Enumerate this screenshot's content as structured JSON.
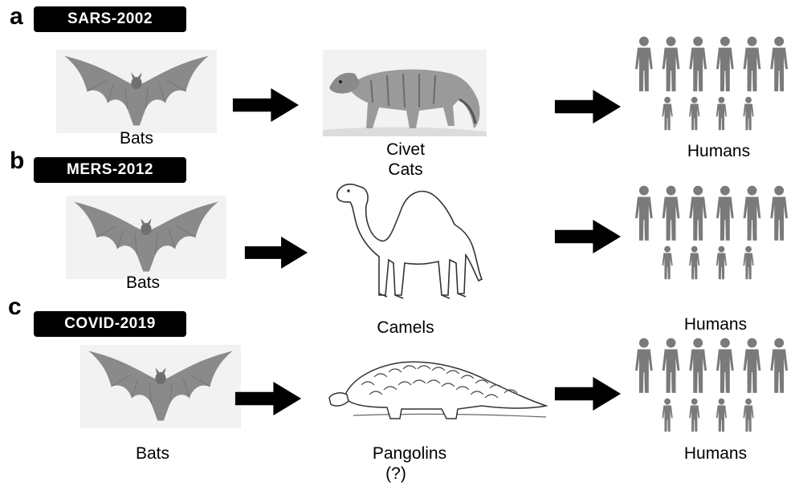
{
  "rows": [
    {
      "letter": "a",
      "badge": "SARS-2002",
      "source_label": "Bats",
      "source_icon": "bat-icon",
      "intermediate_label_line1": "Civet",
      "intermediate_label_line2": "Cats",
      "intermediate_icon": "civet-cat-icon",
      "target_label": "Humans",
      "target_icon": "humans-group-icon"
    },
    {
      "letter": "b",
      "badge": "MERS-2012",
      "source_label": "Bats",
      "source_icon": "bat-icon",
      "intermediate_label_line1": "Camels",
      "intermediate_icon": "camel-icon",
      "target_label": "Humans",
      "target_icon": "humans-group-icon"
    },
    {
      "letter": "c",
      "badge": "COVID-2019",
      "source_label": "Bats",
      "source_icon": "bat-icon",
      "intermediate_label_line1": "Pangolins",
      "intermediate_label_line2": "(?)",
      "intermediate_icon": "pangolin-icon",
      "target_label": "Humans",
      "target_icon": "humans-group-icon"
    }
  ],
  "colors": {
    "badge_bg": "#000000",
    "badge_text": "#ffffff",
    "arrow": "#000000",
    "human_figure": "#7a7a7a",
    "bat": "#8a8a8a"
  }
}
